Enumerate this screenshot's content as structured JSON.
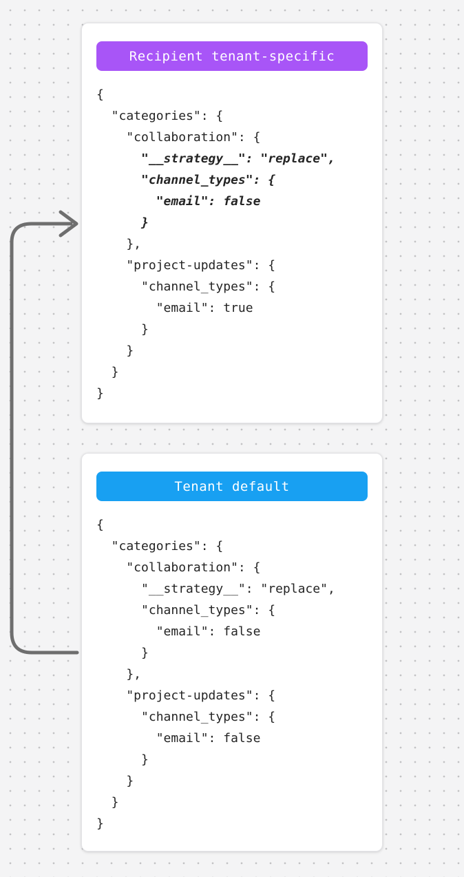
{
  "canvas": {
    "background_color": "#f4f4f5",
    "dot_color": "#c2c2c4"
  },
  "arrow": {
    "color": "#6e6e6e",
    "direction": "from-tenant-default-to-recipient-tenant-specific"
  },
  "cards": [
    {
      "badge": {
        "label": "Recipient tenant-specific",
        "color": "#a855f7"
      },
      "code_lines": [
        {
          "text": "{",
          "emphasis": false
        },
        {
          "text": "  \"categories\": {",
          "emphasis": false
        },
        {
          "text": "    \"collaboration\": {",
          "emphasis": false
        },
        {
          "text": "      \"__strategy__\": \"replace\",",
          "emphasis": true
        },
        {
          "text": "      \"channel_types\": {",
          "emphasis": true
        },
        {
          "text": "        \"email\": false",
          "emphasis": true
        },
        {
          "text": "      }",
          "emphasis": true
        },
        {
          "text": "    },",
          "emphasis": false
        },
        {
          "text": "    \"project-updates\": {",
          "emphasis": false
        },
        {
          "text": "      \"channel_types\": {",
          "emphasis": false
        },
        {
          "text": "        \"email\": true",
          "emphasis": false
        },
        {
          "text": "      }",
          "emphasis": false
        },
        {
          "text": "    }",
          "emphasis": false
        },
        {
          "text": "  }",
          "emphasis": false
        },
        {
          "text": "}",
          "emphasis": false
        }
      ]
    },
    {
      "badge": {
        "label": "Tenant default",
        "color": "#18a0f2"
      },
      "code_lines": [
        {
          "text": "{",
          "emphasis": false
        },
        {
          "text": "  \"categories\": {",
          "emphasis": false
        },
        {
          "text": "    \"collaboration\": {",
          "emphasis": false
        },
        {
          "text": "      \"__strategy__\": \"replace\",",
          "emphasis": false
        },
        {
          "text": "      \"channel_types\": {",
          "emphasis": false
        },
        {
          "text": "        \"email\": false",
          "emphasis": false
        },
        {
          "text": "      }",
          "emphasis": false
        },
        {
          "text": "    },",
          "emphasis": false
        },
        {
          "text": "    \"project-updates\": {",
          "emphasis": false
        },
        {
          "text": "      \"channel_types\": {",
          "emphasis": false
        },
        {
          "text": "        \"email\": false",
          "emphasis": false
        },
        {
          "text": "      }",
          "emphasis": false
        },
        {
          "text": "    }",
          "emphasis": false
        },
        {
          "text": "  }",
          "emphasis": false
        },
        {
          "text": "}",
          "emphasis": false
        }
      ]
    }
  ]
}
